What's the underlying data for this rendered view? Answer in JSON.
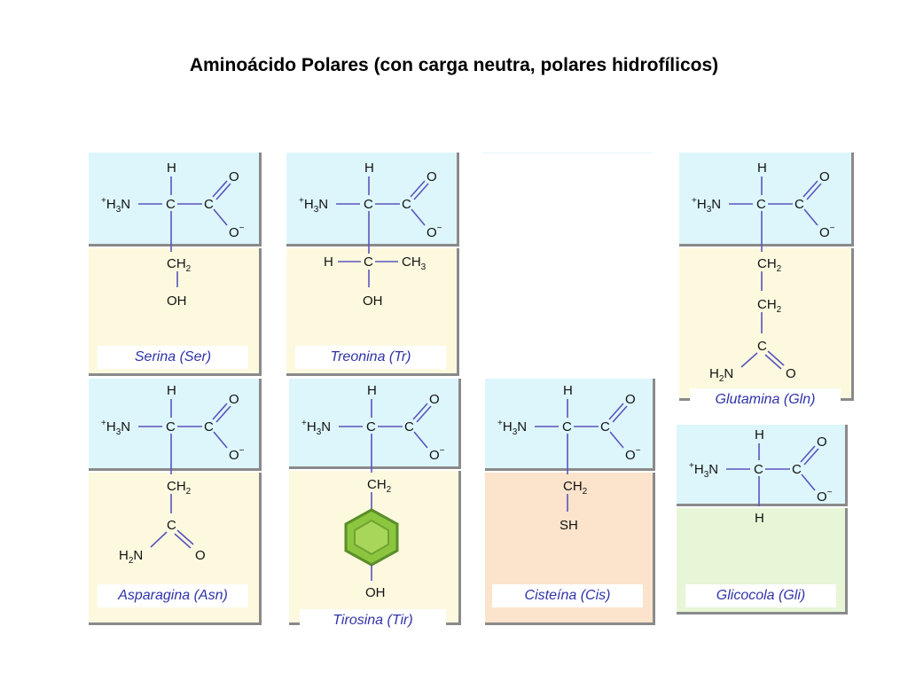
{
  "title": "Aminoácido Polares (con carga neutra, polares hidrofílicos)",
  "colors": {
    "amino_group_bg": "#ddf6fb",
    "side_chain_bg": "#fcf9df",
    "cysteine_bg": "#fbe3cc",
    "glycine_bg": "#e7f6d6",
    "bond": "#5a55bd",
    "label_text": "#2f33a8",
    "ring_fill": "#8cc63f"
  },
  "common": {
    "h": "H",
    "n": "N",
    "c": "C",
    "o": "O",
    "o_minus": "O",
    "minus": "−",
    "plus": "+",
    "h3": "H",
    "three": "3",
    "two": "2"
  },
  "amino_acids": [
    {
      "name": "Serina (Ser)",
      "side_chain": [
        "CH2",
        "OH"
      ]
    },
    {
      "name": "Treonina (Tr)",
      "side_chain": [
        "H",
        "C",
        "CH3",
        "OH"
      ]
    },
    {
      "name": "Glutamina (Gln)",
      "side_chain": [
        "CH2",
        "CH2",
        "C",
        "H2N",
        "O"
      ]
    },
    {
      "name": "Asparagina (Asn)",
      "side_chain": [
        "CH2",
        "C",
        "H2N",
        "O"
      ]
    },
    {
      "name": "Tirosina (Tir)",
      "side_chain": [
        "CH2",
        "OH"
      ]
    },
    {
      "name": "Cisteína (Cis)",
      "side_chain": [
        "CH2",
        "SH"
      ]
    },
    {
      "name": "Glicocola (Gli)",
      "side_chain": [
        "H"
      ]
    }
  ],
  "labels": {
    "ch": "CH",
    "oh": "OH",
    "sh": "SH",
    "ch3_c": "CH",
    "h2n_h": "H",
    "h2n_n": "N"
  }
}
